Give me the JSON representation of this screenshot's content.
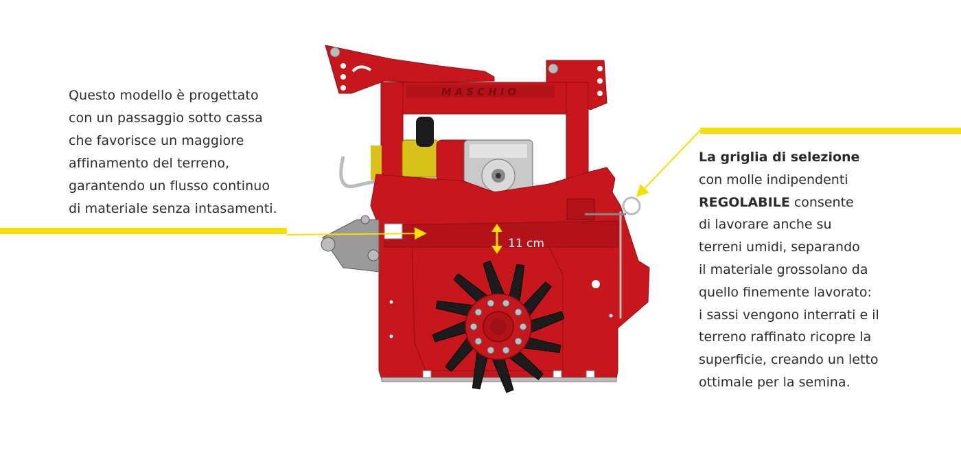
{
  "left_description": {
    "lines": [
      "Questo modello è progettato",
      "con un passaggio sotto cassa",
      "che favorisce un maggiore",
      "affinamento del terreno,",
      "garantendo un flusso continuo",
      "di materiale senza intasamenti."
    ]
  },
  "right_description": {
    "title": "La griglia di selezione",
    "line1": "con molle indipendenti",
    "bold_word": "REGOLABILE",
    "line2_rest": " consente",
    "lines": [
      "di lavorare anche su",
      "terreni umidi, separando",
      "il materiale grossolano da",
      "quello finemente lavorato:",
      "i sassi vengono interrati e il",
      "terreno raffinato ricopre la",
      "superficie, creando un letto",
      "ottimale per la semina."
    ]
  },
  "measurement": {
    "label": "11 cm"
  },
  "brand_text": "MASCHIO",
  "colors": {
    "accent_yellow": "#f5e000",
    "machine_red": "#c8161d",
    "dark_red": "#9e1016",
    "rotor_black": "#1c1c1c",
    "gearbox_grey": "#c9c9c9",
    "pump_yellow": "#d8c21a"
  }
}
